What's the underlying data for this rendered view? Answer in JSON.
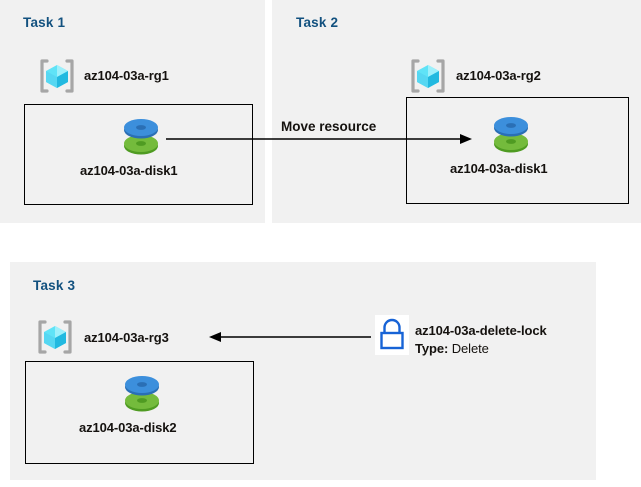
{
  "diagram": {
    "title": "Azure resource groups, disks and delete lock tasks",
    "background_color": "#ffffff",
    "panel_color": "#f1f1f1",
    "panel_title_color": "#12517f",
    "box_border_color": "#000000",
    "arrow_color": "#000000",
    "resource_group_icon_color": "#3fd8f5",
    "disk_top_color": "#3b8fdc",
    "disk_bottom_color": "#6fba3a",
    "lock_icon_color": "#1763d6"
  },
  "panels": [
    {
      "id": "task1",
      "title": "Task 1",
      "resource_group": {
        "icon": "resource-group-icon",
        "label": "az104-03a-rg1"
      },
      "resource": {
        "icon": "disk-icon",
        "label": "az104-03a-disk1"
      }
    },
    {
      "id": "task2",
      "title": "Task 2",
      "resource_group": {
        "icon": "resource-group-icon",
        "label": "az104-03a-rg2"
      },
      "resource": {
        "icon": "disk-icon",
        "label": "az104-03a-disk1"
      }
    },
    {
      "id": "task3",
      "title": "Task 3",
      "resource_group": {
        "icon": "resource-group-icon",
        "label": "az104-03a-rg3"
      },
      "resource": {
        "icon": "disk-icon",
        "label": "az104-03a-disk2"
      },
      "lock": {
        "icon": "lock-icon",
        "label": "az104-03a-delete-lock",
        "type_key": "Type:",
        "type_value": "Delete"
      }
    }
  ],
  "connectors": [
    {
      "id": "move-resource-arrow",
      "label": "Move resource",
      "direction": "right",
      "from": "az104-03a-disk1 (Task 1)",
      "to": "az104-03a-disk1 (Task 2)"
    },
    {
      "id": "delete-lock-arrow",
      "label": "",
      "direction": "left",
      "from": "az104-03a-delete-lock",
      "to": "az104-03a-rg3"
    }
  ]
}
